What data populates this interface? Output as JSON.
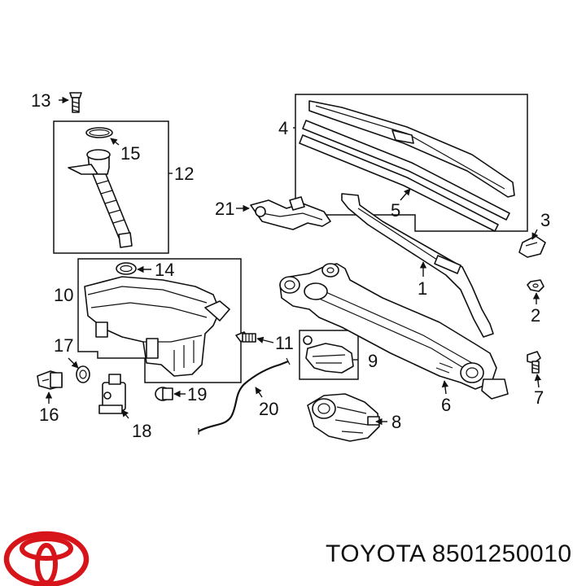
{
  "diagram": {
    "callouts": {
      "c1": "1",
      "c2": "2",
      "c3": "3",
      "c4": "4",
      "c5": "5",
      "c6": "6",
      "c7": "7",
      "c8": "8",
      "c9": "9",
      "c10": "10",
      "c11": "11",
      "c12": "12",
      "c13": "13",
      "c14": "14",
      "c15": "15",
      "c16": "16",
      "c17": "17",
      "c18": "18",
      "c19": "19",
      "c20": "20",
      "c21": "21"
    }
  },
  "footer": {
    "brand": "TOYOTA",
    "part_number": "8501250010",
    "caption": "TOYOTA 8501250010",
    "logo_color": "#d7141a"
  }
}
